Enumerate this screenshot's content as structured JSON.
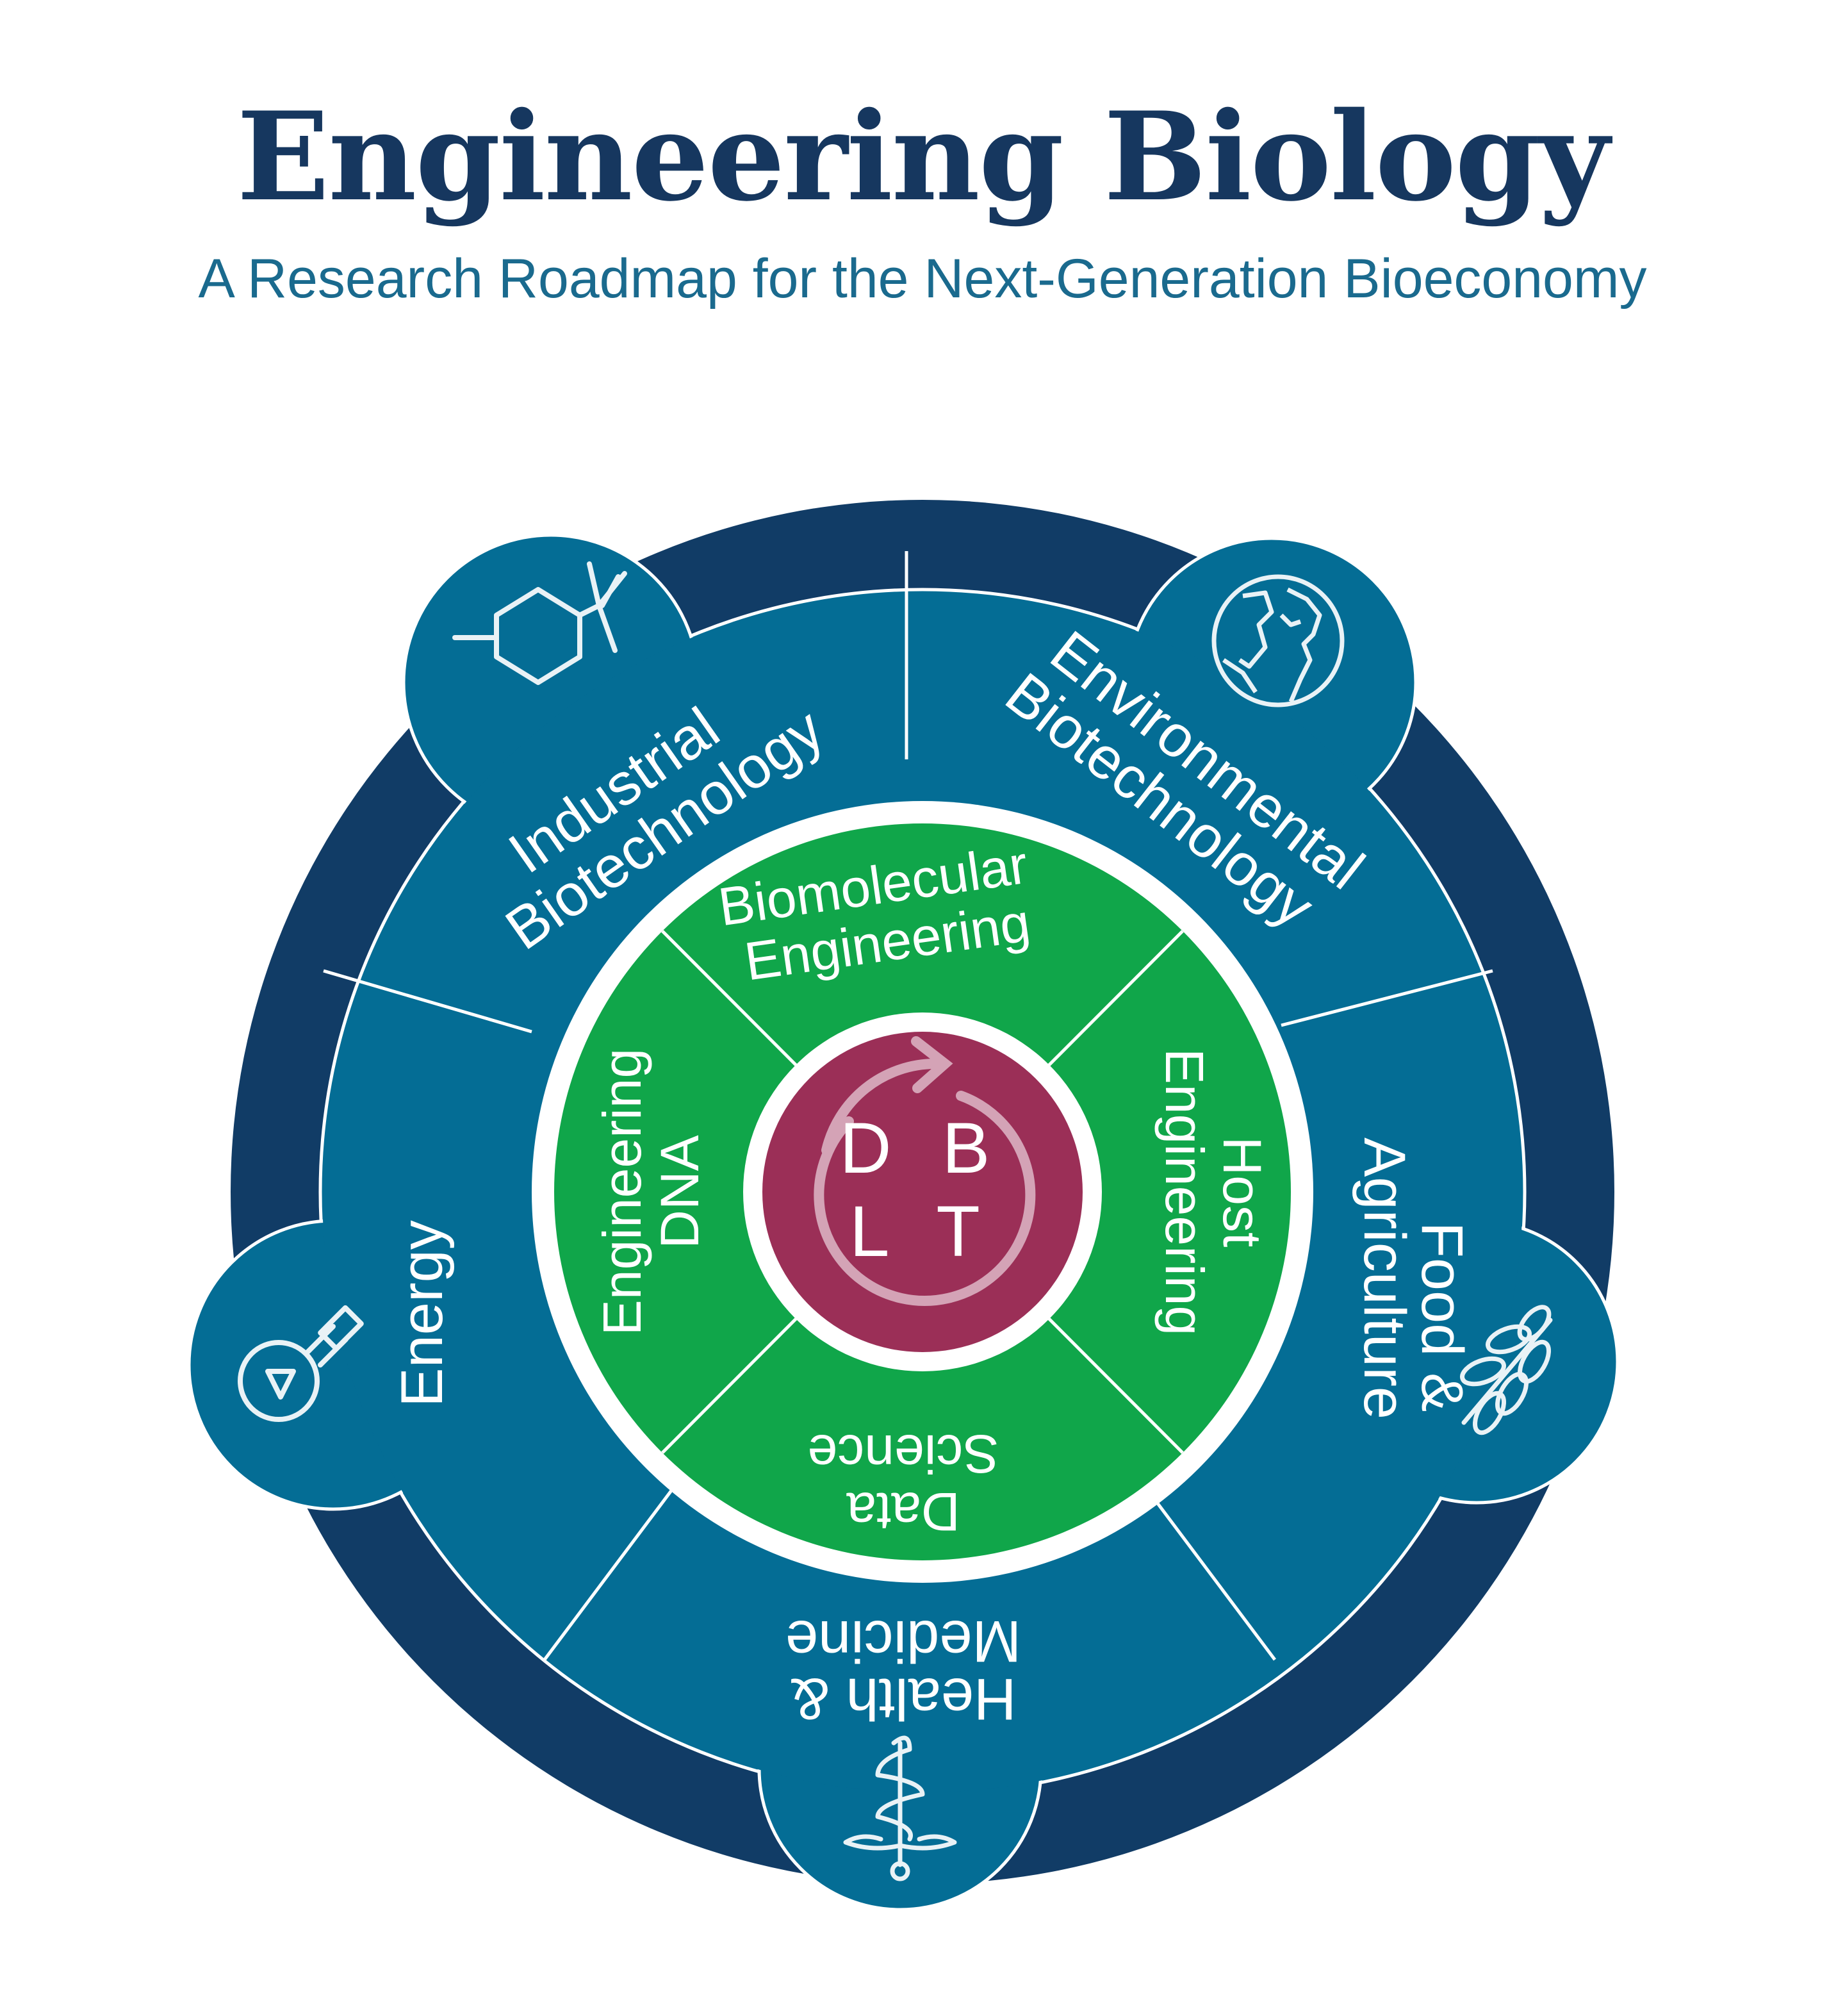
{
  "header": {
    "title": "Engineering Biology",
    "subtitle": "A Research Roadmap for the Next-Generation Bioeconomy"
  },
  "colors": {
    "navy": "#113c66",
    "teal": "#046d95",
    "green": "#10a64a",
    "maroon": "#9b2f57",
    "white": "#ffffff"
  },
  "application_areas": [
    {
      "line1": "Industrial",
      "line2": "Biotechnology",
      "icon": "molecule-icon"
    },
    {
      "line1": "Environmental",
      "line2": "Biotechnology",
      "icon": "globe-icon"
    },
    {
      "line1": "Food &",
      "line2": "Agriculture",
      "icon": "wheat-icon"
    },
    {
      "line1": "Health &",
      "line2": "Medicine",
      "icon": "caduceus-icon"
    },
    {
      "line1": "Energy",
      "line2": "",
      "icon": "flask-icon"
    }
  ],
  "technical_themes": [
    {
      "line1": "Biomolecular",
      "line2": "Engineering"
    },
    {
      "line1": "Host",
      "line2": "Engineering"
    },
    {
      "line1": "Data",
      "line2": "Science"
    },
    {
      "line1": "Engineering",
      "line2": "DNA"
    }
  ],
  "center": {
    "row1": "D B",
    "row2": "L T",
    "icon": "cycle-arrow-icon"
  }
}
